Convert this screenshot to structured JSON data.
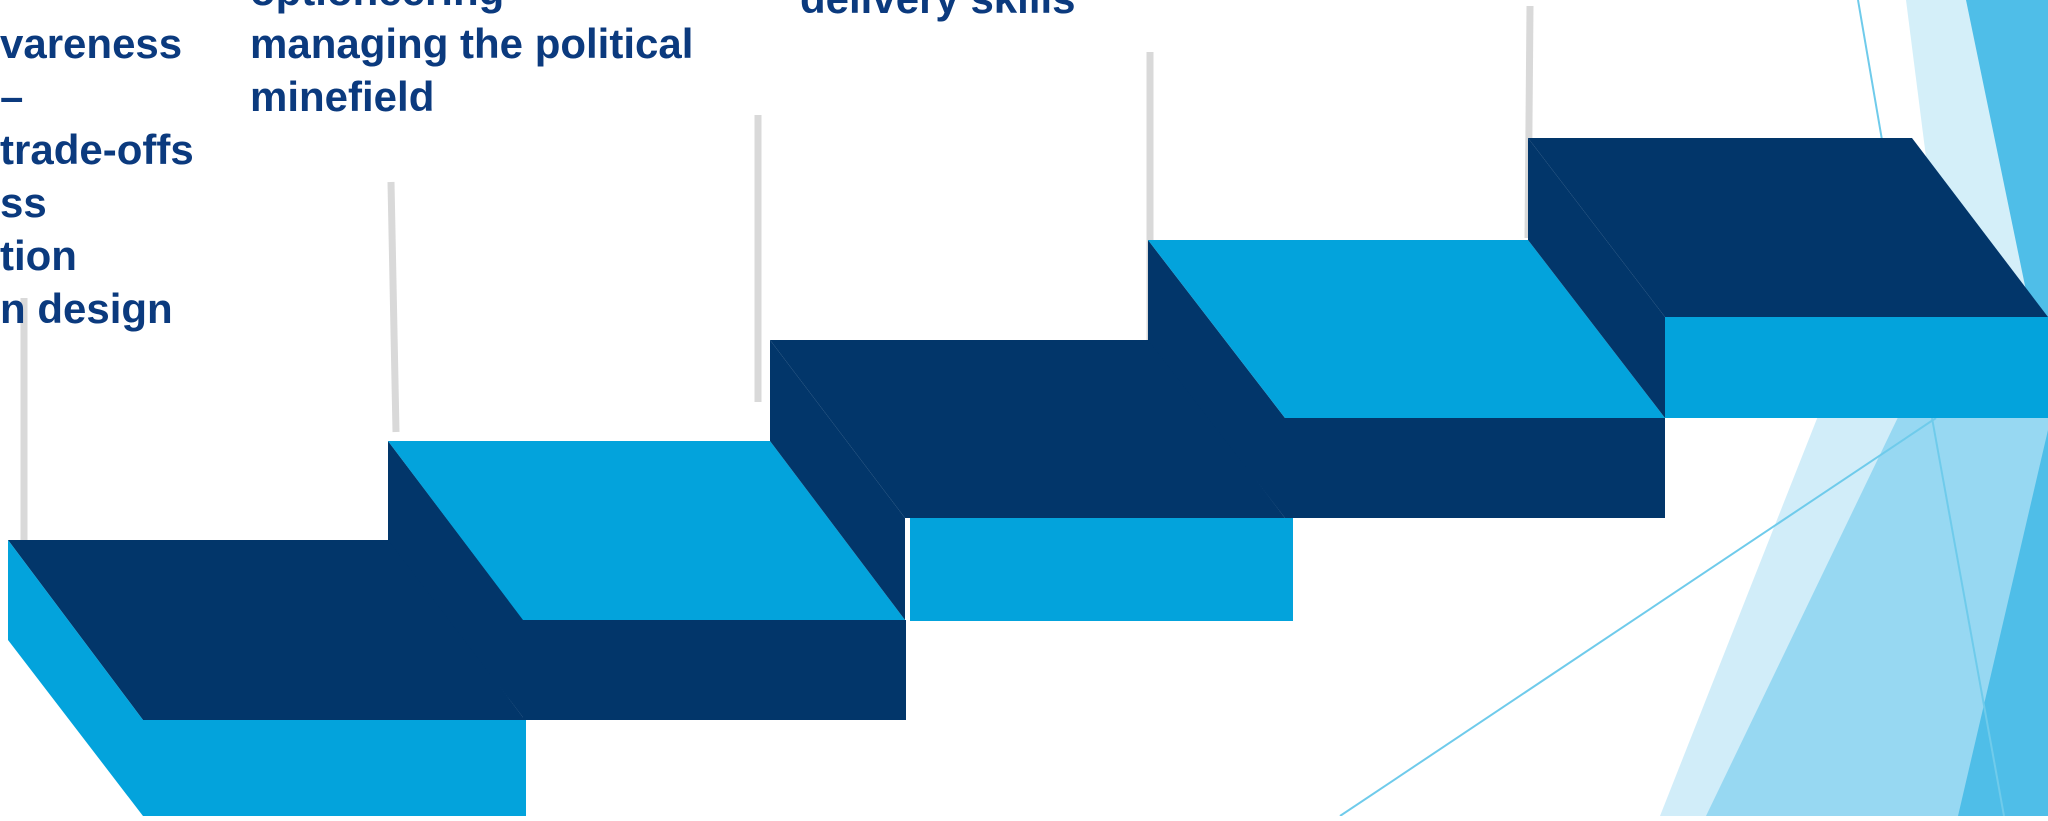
{
  "colors": {
    "dark_navy": "#02366A",
    "bright_blue": "#03A3DC",
    "connector_grey": "#D9D9D9",
    "text_blue": "#0B3A7E",
    "deco_light": "#C6E9F7",
    "deco_mid": "#8DD4F1",
    "deco_bright": "#4FBEE8",
    "deco_line": "#6FCBEB"
  },
  "steps": [
    {
      "lines": [
        "vareness",
        "–",
        "trade-offs",
        "ss",
        "tion",
        "n design"
      ]
    },
    {
      "lines": [
        "optioneering",
        "managing the political",
        "minefield"
      ]
    },
    {
      "lines": [
        "delivery skills"
      ]
    },
    {
      "lines": []
    },
    {
      "lines": []
    }
  ]
}
